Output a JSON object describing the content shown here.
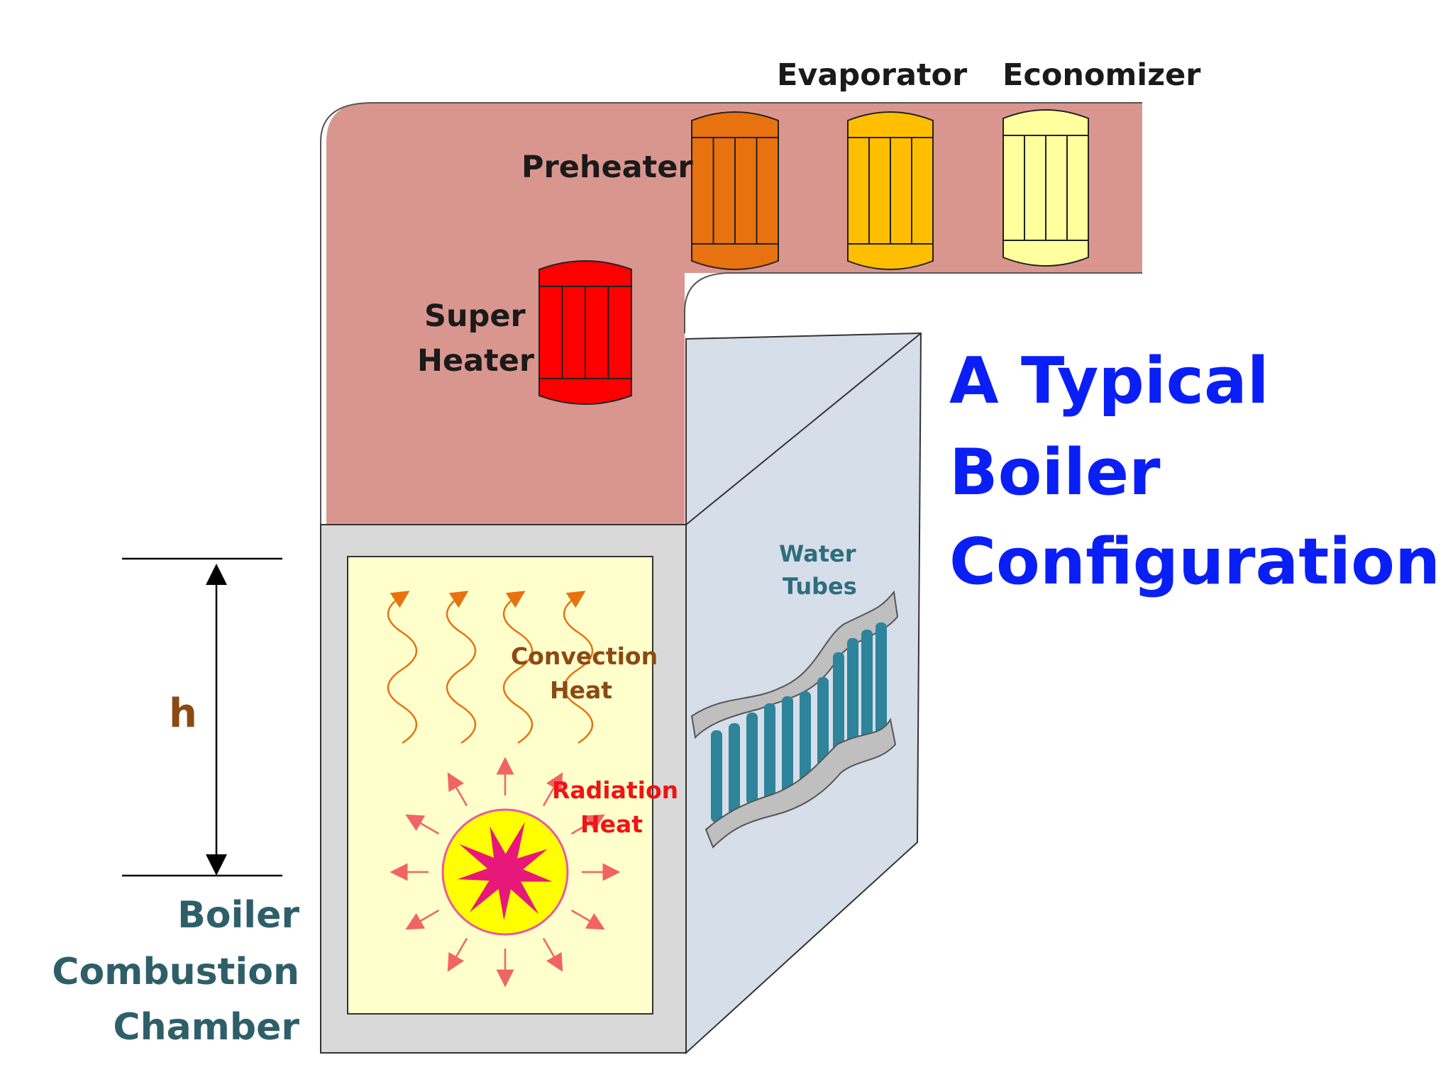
{
  "title": {
    "line1": "A Typical",
    "line2": "Boiler",
    "line3": "Configuration"
  },
  "components": {
    "evaporator": "Evaporator",
    "economizer": "Economizer",
    "preheater": "Preheater",
    "super_heater_line1": "Super",
    "super_heater_line2": "Heater",
    "water_tubes_line1": "Water",
    "water_tubes_line2": "Tubes"
  },
  "chamber": {
    "height_symbol": "h",
    "label_line1": "Boiler",
    "label_line2": "Combustion",
    "label_line3": "Chamber"
  },
  "heat": {
    "convection_line1": "Convection",
    "convection_line2": "Heat",
    "radiation_line1": "Radiation",
    "radiation_line2": "Heat"
  },
  "colors": {
    "flue_gas": "#d9968f",
    "preheater": "#e8720f",
    "evaporator": "#ffbf00",
    "economizer": "#ffff9e",
    "super_heater": "#ff0000",
    "chamber_wall": "#d9d9d9",
    "chamber_inner": "#ffffcc",
    "side_panel": "#d6deea",
    "water_tube": "#2e849b",
    "title": "#0a1ff5"
  }
}
